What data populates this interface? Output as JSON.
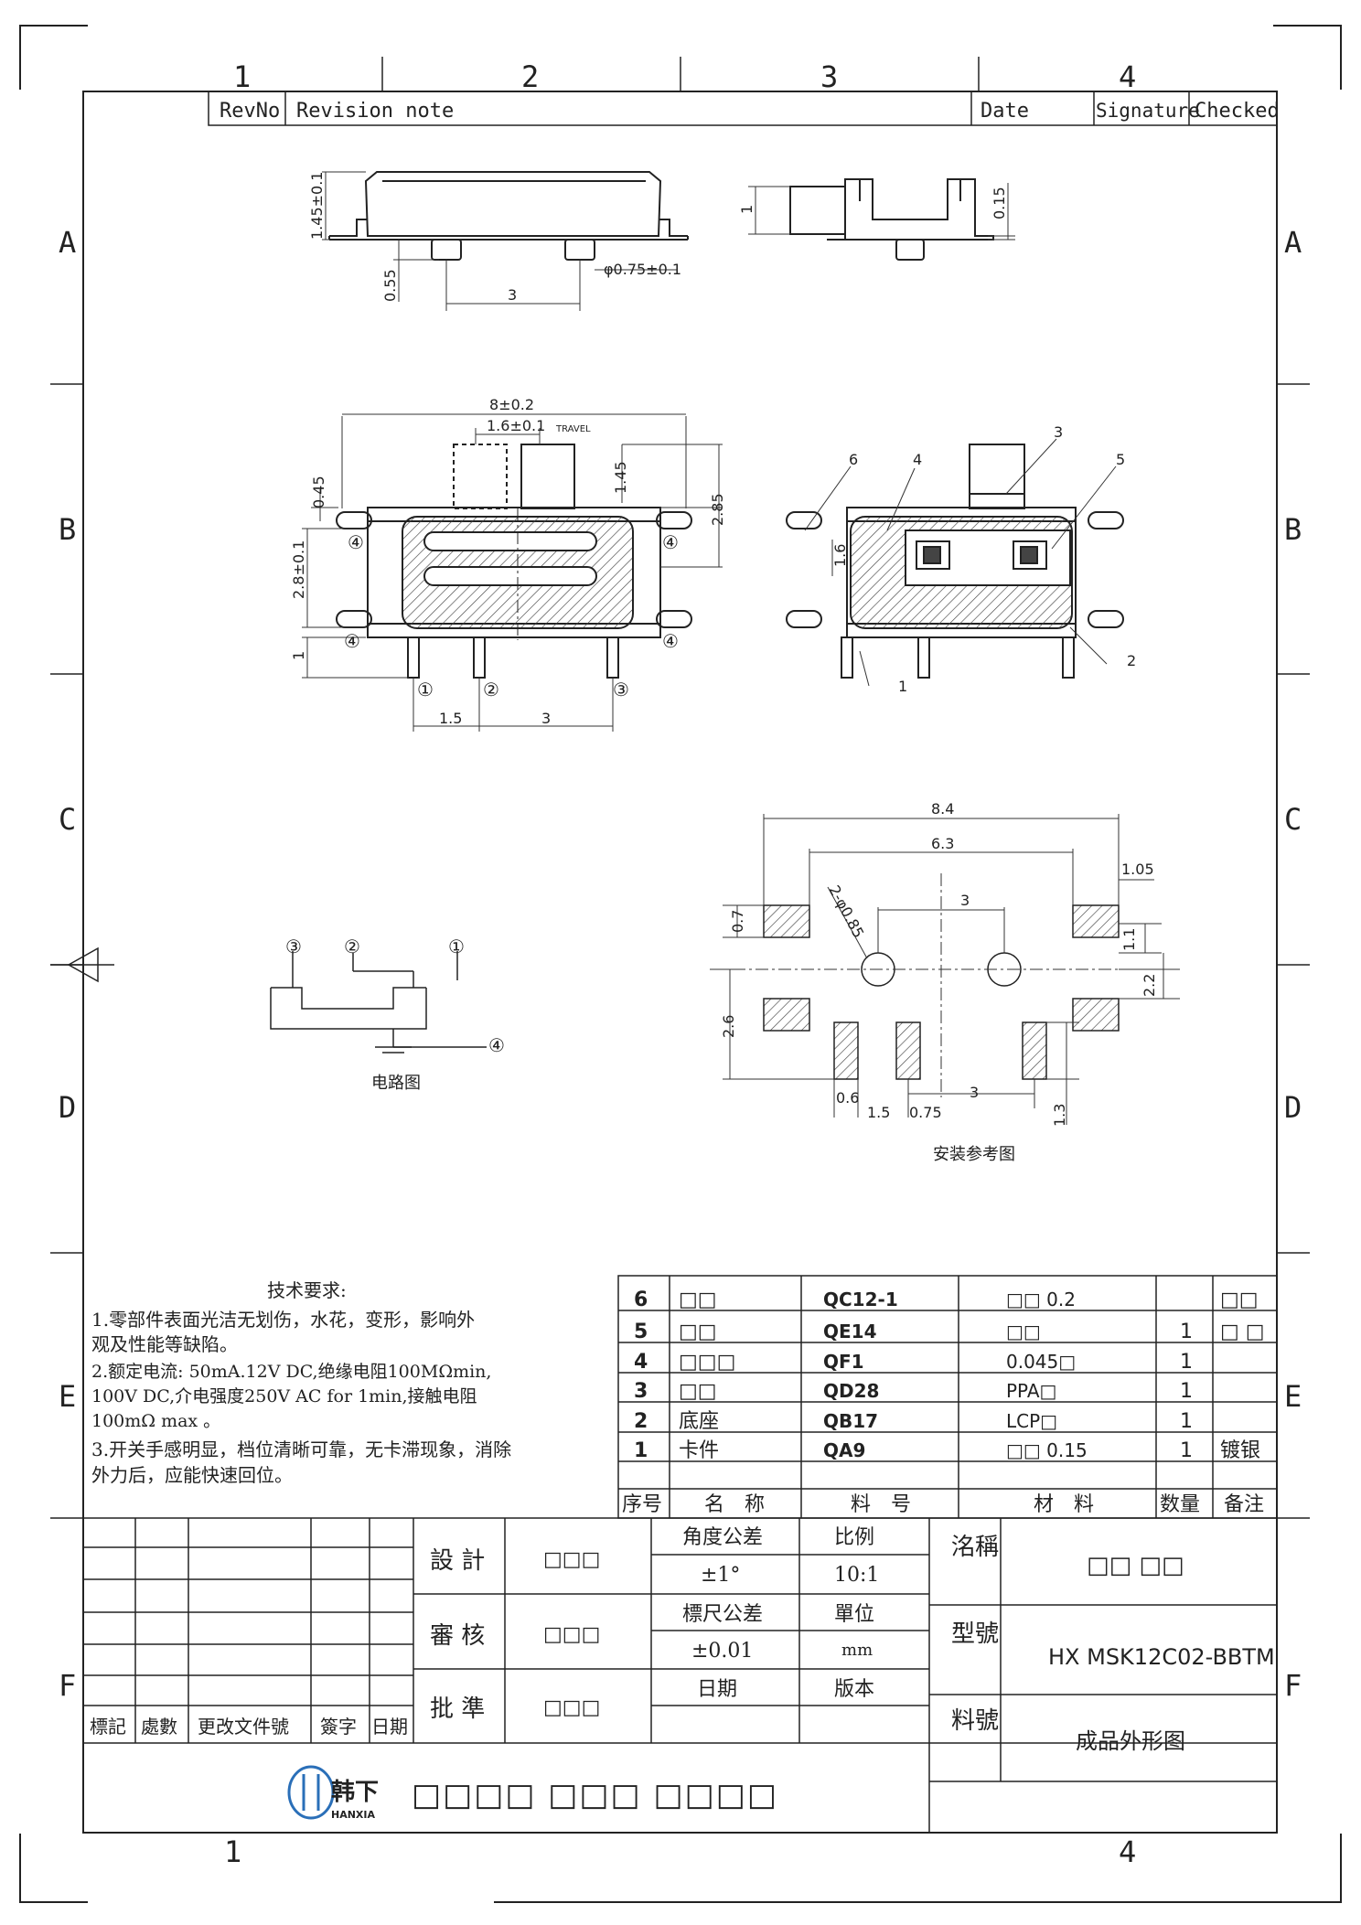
{
  "frame": {
    "col_numbers": [
      "1",
      "2",
      "3",
      "4"
    ],
    "row_letters": [
      "A",
      "B",
      "C",
      "D",
      "E",
      "F"
    ],
    "bottom_numbers": [
      "1",
      "4"
    ]
  },
  "revision_header": {
    "revno": "RevNo",
    "note": "Revision note",
    "date": "Date",
    "signature": "Signature",
    "checked": "Checked"
  },
  "dimensions": {
    "top_h": "1.45±0.1",
    "top_pin": "0.55",
    "top_pitch": "3",
    "top_dia": "φ0.75±0.1",
    "side_1": "1",
    "side_015": "0.15",
    "w_8": "8±0.2",
    "w_16": "1.6±0.1",
    "travel": "TRAVEL",
    "h_045": "0.45",
    "h_145": "1.45",
    "h_285": "2.85",
    "h_28": "2.8±0.1",
    "h_1": "1",
    "b_15": "1.5",
    "b_3": "3",
    "f_16": "1.6",
    "pad_84": "8.4",
    "pad_63": "6.3",
    "pad_105": "1.05",
    "pad_07": "0.7",
    "pad_dia": "2-φ0.85",
    "pad_3": "3",
    "pad_11": "1.1",
    "pad_22": "2.2",
    "pad_26": "2.6",
    "pad_06": "0.6",
    "pad_15": "1.5",
    "pad_075": "0.75",
    "pad_3b": "3",
    "pad_13": "1.3"
  },
  "callouts": [
    "1",
    "2",
    "3",
    "4",
    "5",
    "6"
  ],
  "pin_markers": {
    "p1": "①",
    "p2": "②",
    "p3": "③",
    "p4": "④"
  },
  "circuit_title": "电路图",
  "layout_title": "安装参考图",
  "tech_req": {
    "title": "技术要求:",
    "l1": "1.零部件表面光洁无划伤，水花，变形，影响外",
    "l2": "  观及性能等缺陷。",
    "l3": "2.额定电流: 50mA.12V DC,绝缘电阻100MΩmin,",
    "l4": "  100V DC,介电强度250V AC for 1min,接触电阻",
    "l5": "  100mΩ max 。",
    "l6": "3.开关手感明显，档位清晰可靠，无卡滞现象，消除",
    "l7": "  外力后，应能快速回位。"
  },
  "bom": {
    "rows": [
      {
        "no": "6",
        "name": "□□",
        "code": "QC12-1",
        "material": "□□ 0.2",
        "qty": "",
        "note": "□□"
      },
      {
        "no": "5",
        "name": "□□",
        "code": "QE14",
        "material": "□□",
        "qty": "1",
        "note": "□ □"
      },
      {
        "no": "4",
        "name": "□□□",
        "code": "QF1",
        "material": "0.045□",
        "qty": "1",
        "note": ""
      },
      {
        "no": "3",
        "name": "□□",
        "code": "QD28",
        "material": "PPA□",
        "qty": "1",
        "note": ""
      },
      {
        "no": "2",
        "name": "底座",
        "code": "QB17",
        "material": "LCP□",
        "qty": "1",
        "note": ""
      },
      {
        "no": "1",
        "name": "卡件",
        "code": "QA9",
        "material": "□□ 0.15",
        "qty": "1",
        "note": "镀银"
      }
    ],
    "headers": {
      "no": "序号",
      "name": "名　称",
      "code": "料　号",
      "material": "材　料",
      "qty": "数量",
      "note": "备注"
    }
  },
  "title_block": {
    "design": "設 計",
    "design_val": "□□□",
    "review": "審 核",
    "review_val": "□□□",
    "approve": "批 準",
    "approve_val": "□□□",
    "angle_tol": "角度公差",
    "angle_val": "±1°",
    "scale": "比例",
    "scale_val": "10:1",
    "dim_tol": "標尺公差",
    "dim_val": "±0.01",
    "unit": "單位",
    "unit_val": "mm",
    "date": "日期",
    "version": "版本",
    "name_lbl": "洺稱",
    "name_val": "□□ □□",
    "model_lbl": "型號",
    "model_val": "HX MSK12C02-BBTM",
    "part_lbl": "料號",
    "part_val": "成品外形图",
    "rev_cols": [
      "標記",
      "處數",
      "更改文件號",
      "簽字",
      "日期"
    ],
    "company_logo": "韩下",
    "company_sub": "HANXIA",
    "company_name": "□□□□ □□□ □□□□"
  }
}
